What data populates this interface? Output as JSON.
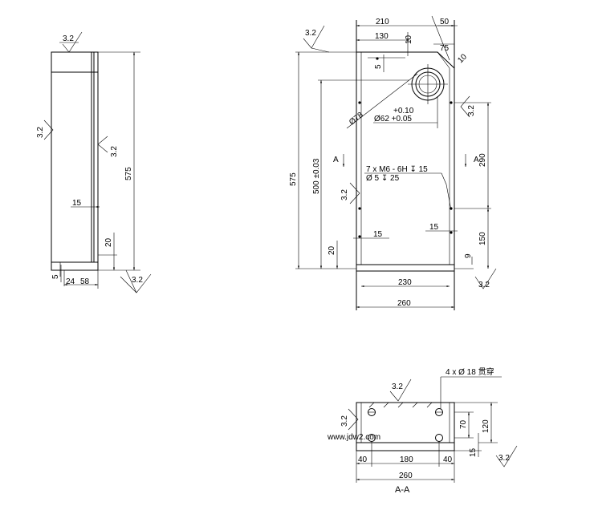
{
  "roughness": "3.2",
  "side_view": {
    "dim_height": "575",
    "dim_15": "15",
    "dim_20": "20",
    "dim_5": "5",
    "dim_24": "24",
    "dim_58": "58"
  },
  "front_view": {
    "dim_210": "210",
    "dim_50": "50",
    "dim_130": "130",
    "dim_10": "10",
    "dim_75": "75",
    "dim_5": "5",
    "dim_10b": "10",
    "tol": "+0.10",
    "dia62": "Ø62 +0.05",
    "dia78": "Ø78",
    "dim_575": "575",
    "dim_500": "500 ±0.03",
    "section_mark": "A",
    "thread_line1": "7 x  M6 - 6H ↧ 15",
    "thread_line2": "Ø 5 ↧ 25",
    "dim_290": "290",
    "dim_15a": "15",
    "dim_15b": "15",
    "dim_20": "20",
    "dim_150": "150",
    "dim_9": "9",
    "dim_230": "230",
    "dim_bottom": "260"
  },
  "section_view": {
    "hole_note": "4 x Ø 18 贯穿",
    "dim_70": "70",
    "dim_120": "120",
    "dim_15": "15",
    "dim_40a": "40",
    "dim_180": "180",
    "dim_40b": "40",
    "dim_260": "260",
    "title": "A-A"
  },
  "watermark": "www.jdw2.com"
}
